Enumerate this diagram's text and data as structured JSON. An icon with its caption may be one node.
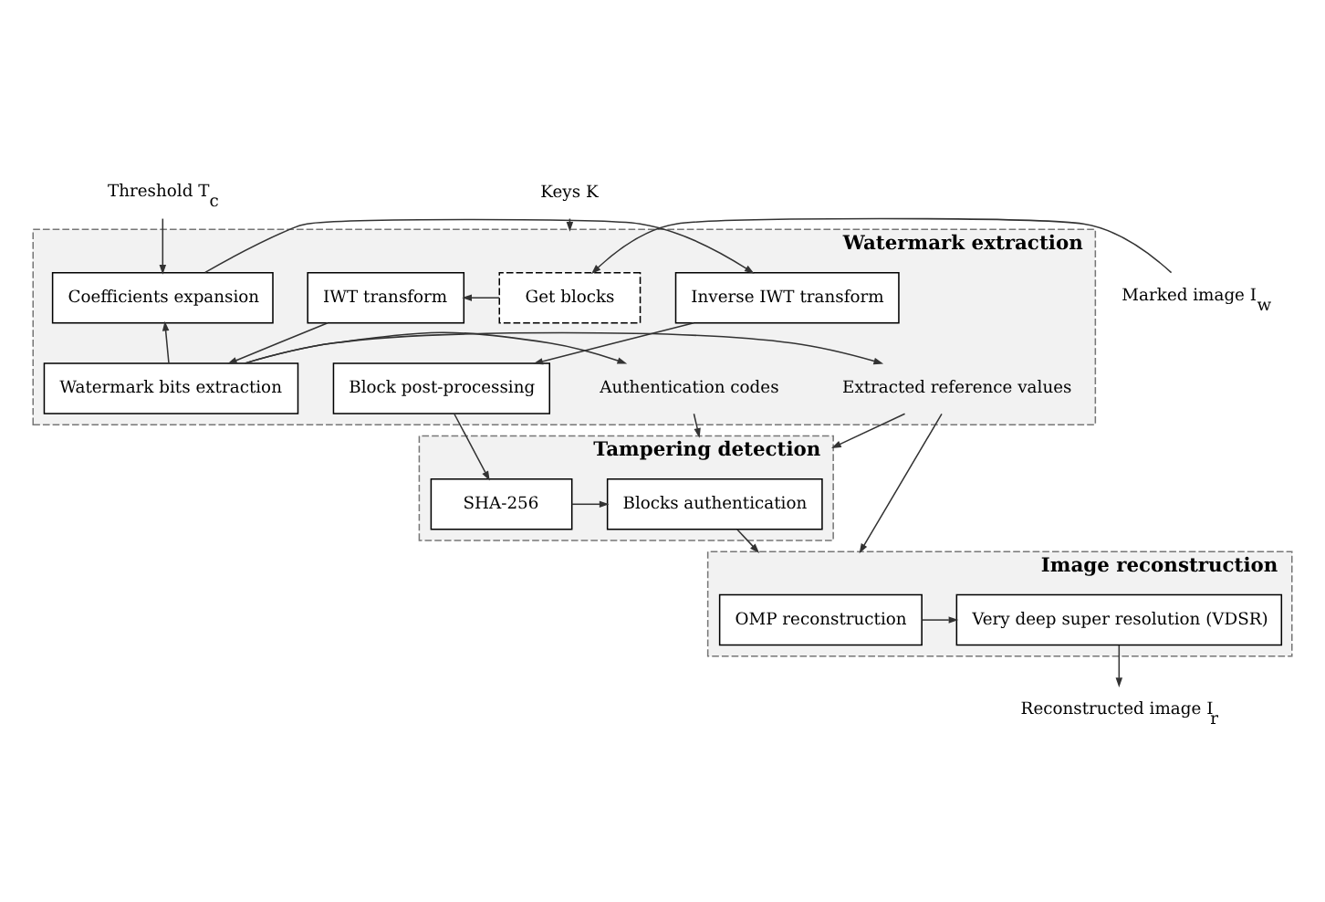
{
  "diagram": {
    "nodes": [
      {
        "text": [
          "Keys K"
        ]
      },
      {
        "text": [
          "Threshold T$_{c}$"
        ]
      },
      {
        "text": [
          "Watermark extraction"
        ]
      },
      {
        "text": [
          "Marked image I$_{w}$"
        ]
      },
      {
        "text": [
          "Get blocks"
        ],
        "in": 2
      },
      {
        "text": [
          "IWT transform"
        ],
        "in": 2
      },
      {
        "text": [
          "Coefficients expansion"
        ],
        "in": 2
      },
      {
        "text": [
          "Inverse IWT transform"
        ],
        "in": 2
      },
      {
        "text": [
          "Extracted reference values"
        ],
        "in": 2
      },
      {
        "text": [
          "Watermark bits extraction"
        ],
        "in": 2
      },
      {
        "text": [
          "Authentication codes"
        ],
        "in": 2
      },
      {
        "text": [
          "Block post-processing"
        ],
        "in": 2
      },
      {
        "text": [
          "Tampering detection"
        ]
      },
      {
        "text": [
          "Blocks authentication"
        ],
        "in": 12
      },
      {
        "text": [
          "SHA-256"
        ],
        "in": 12
      },
      {
        "text": [
          "Image reconstruction"
        ]
      },
      {
        "text": [
          "OMP reconstruction"
        ],
        "in": 15
      },
      {
        "text": [
          "Very deep super resolution (VDSR)"
        ],
        "in": 15
      },
      {
        "text": [
          "Reconstructed image I$_{r}$"
        ]
      }
    ],
    "edges": [
      {
        "from": 0,
        "to": 2,
        "arrow": "to"
      },
      {
        "from": 3,
        "to": 4,
        "arrow": "to"
      },
      {
        "from": 4,
        "to": 5,
        "arrow": "to"
      },
      {
        "from": 5,
        "to": 9,
        "arrow": "to"
      },
      {
        "from": 9,
        "to": 8,
        "arrow": "to"
      },
      {
        "from": 9,
        "to": 6,
        "arrow": "to"
      },
      {
        "from": 9,
        "to": 10,
        "arrow": "to"
      },
      {
        "from": 1,
        "to": 6,
        "arrow": "to"
      },
      {
        "from": 6,
        "to": 7,
        "arrow": "to"
      },
      {
        "from": 7,
        "to": 11,
        "arrow": "to"
      },
      {
        "from": 11,
        "to": 14,
        "arrow": "to"
      },
      {
        "from": 14,
        "to": 13,
        "arrow": "to"
      },
      {
        "from": 8,
        "to": 12,
        "arrow": "to"
      },
      {
        "from": 10,
        "to": 12,
        "arrow": "to"
      },
      {
        "from": 8,
        "to": 15,
        "arrow": "to"
      },
      {
        "from": 13,
        "to": 15,
        "arrow": "to"
      },
      {
        "from": 16,
        "to": 17,
        "arrow": "to"
      },
      {
        "from": 17,
        "to": 18,
        "arrow": "to"
      }
    ]
  }
}
